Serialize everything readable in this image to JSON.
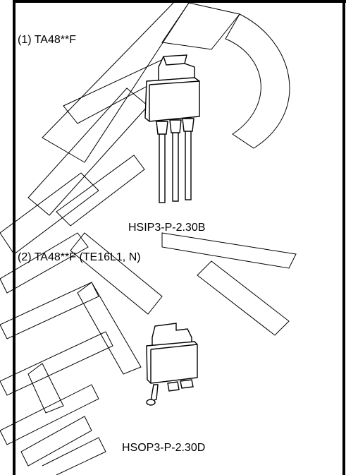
{
  "section1": {
    "label": "(1) TA48**F",
    "package_name": "HSIP3-P-2.30B"
  },
  "section2": {
    "label": "(2) TA48**F (TE16L1, N)",
    "package_name": "HSOP3-P-2.30D"
  },
  "watermark": {
    "text": "UNCONTROLLED"
  }
}
